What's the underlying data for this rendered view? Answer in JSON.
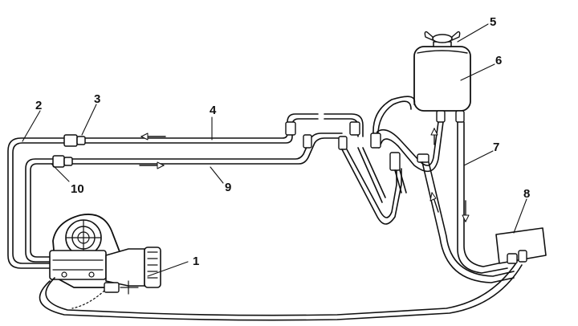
{
  "diagram": {
    "callouts": [
      {
        "id": "pump",
        "label": "1"
      },
      {
        "id": "line-left-return",
        "label": "2"
      },
      {
        "id": "fitting-upper",
        "label": "3"
      },
      {
        "id": "line-upper",
        "label": "4"
      },
      {
        "id": "reservoir-cap",
        "label": "5"
      },
      {
        "id": "reservoir",
        "label": "6"
      },
      {
        "id": "return-hose",
        "label": "7"
      },
      {
        "id": "valve-box",
        "label": "8"
      },
      {
        "id": "line-lower",
        "label": "9"
      },
      {
        "id": "fitting-lower",
        "label": "10"
      }
    ],
    "colors": {
      "ink": "#111111",
      "paper": "#ffffff"
    }
  }
}
